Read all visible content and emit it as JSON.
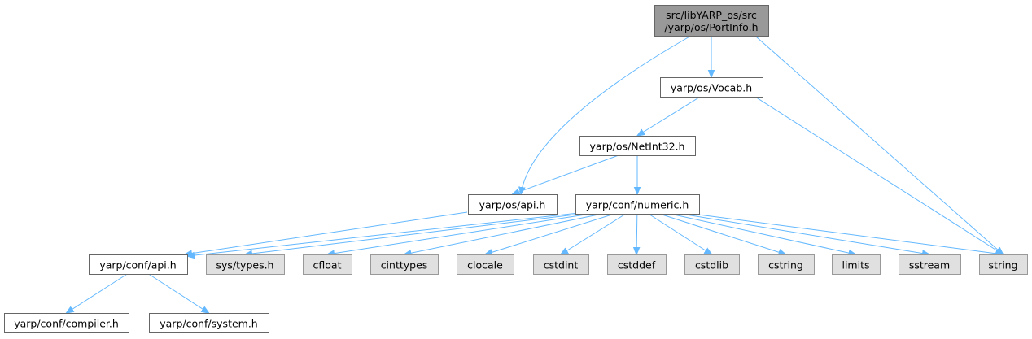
{
  "colors": {
    "root_fill": "#999999",
    "root_border": "#666666",
    "file_fill": "#ffffff",
    "file_border": "#666666",
    "system_fill": "#e0e0e0",
    "system_border": "#999999",
    "edge": "#63b8ff"
  },
  "nodes": [
    {
      "id": "portinfo",
      "kind": "root",
      "lines": [
        "src/libYARP_os/src",
        "/yarp/os/PortInfo.h"
      ]
    },
    {
      "id": "vocab",
      "kind": "file",
      "lines": [
        "yarp/os/Vocab.h"
      ]
    },
    {
      "id": "netint32",
      "kind": "file",
      "lines": [
        "yarp/os/NetInt32.h"
      ]
    },
    {
      "id": "os_api",
      "kind": "file",
      "lines": [
        "yarp/os/api.h"
      ]
    },
    {
      "id": "numeric",
      "kind": "file",
      "lines": [
        "yarp/conf/numeric.h"
      ]
    },
    {
      "id": "conf_api",
      "kind": "file",
      "lines": [
        "yarp/conf/api.h"
      ]
    },
    {
      "id": "sys_types",
      "kind": "system",
      "lines": [
        "sys/types.h"
      ]
    },
    {
      "id": "cfloat",
      "kind": "system",
      "lines": [
        "cfloat"
      ]
    },
    {
      "id": "cinttypes",
      "kind": "system",
      "lines": [
        "cinttypes"
      ]
    },
    {
      "id": "clocale",
      "kind": "system",
      "lines": [
        "clocale"
      ]
    },
    {
      "id": "cstdint",
      "kind": "system",
      "lines": [
        "cstdint"
      ]
    },
    {
      "id": "cstddef",
      "kind": "system",
      "lines": [
        "cstddef"
      ]
    },
    {
      "id": "cstdlib",
      "kind": "system",
      "lines": [
        "cstdlib"
      ]
    },
    {
      "id": "cstring",
      "kind": "system",
      "lines": [
        "cstring"
      ]
    },
    {
      "id": "limits",
      "kind": "system",
      "lines": [
        "limits"
      ]
    },
    {
      "id": "sstream",
      "kind": "system",
      "lines": [
        "sstream"
      ]
    },
    {
      "id": "string",
      "kind": "system",
      "lines": [
        "string"
      ]
    },
    {
      "id": "compiler",
      "kind": "file",
      "lines": [
        "yarp/conf/compiler.h"
      ]
    },
    {
      "id": "system",
      "kind": "file",
      "lines": [
        "yarp/conf/system.h"
      ]
    }
  ],
  "edges": [
    {
      "from": "portinfo",
      "to": "vocab"
    },
    {
      "from": "portinfo",
      "to": "os_api"
    },
    {
      "from": "portinfo",
      "to": "string"
    },
    {
      "from": "vocab",
      "to": "netint32"
    },
    {
      "from": "vocab",
      "to": "string"
    },
    {
      "from": "netint32",
      "to": "os_api"
    },
    {
      "from": "netint32",
      "to": "numeric"
    },
    {
      "from": "os_api",
      "to": "conf_api"
    },
    {
      "from": "numeric",
      "to": "conf_api"
    },
    {
      "from": "numeric",
      "to": "sys_types"
    },
    {
      "from": "numeric",
      "to": "cfloat"
    },
    {
      "from": "numeric",
      "to": "cinttypes"
    },
    {
      "from": "numeric",
      "to": "clocale"
    },
    {
      "from": "numeric",
      "to": "cstdint"
    },
    {
      "from": "numeric",
      "to": "cstddef"
    },
    {
      "from": "numeric",
      "to": "cstdlib"
    },
    {
      "from": "numeric",
      "to": "cstring"
    },
    {
      "from": "numeric",
      "to": "limits"
    },
    {
      "from": "numeric",
      "to": "sstream"
    },
    {
      "from": "numeric",
      "to": "string"
    },
    {
      "from": "conf_api",
      "to": "compiler"
    },
    {
      "from": "conf_api",
      "to": "system"
    }
  ]
}
